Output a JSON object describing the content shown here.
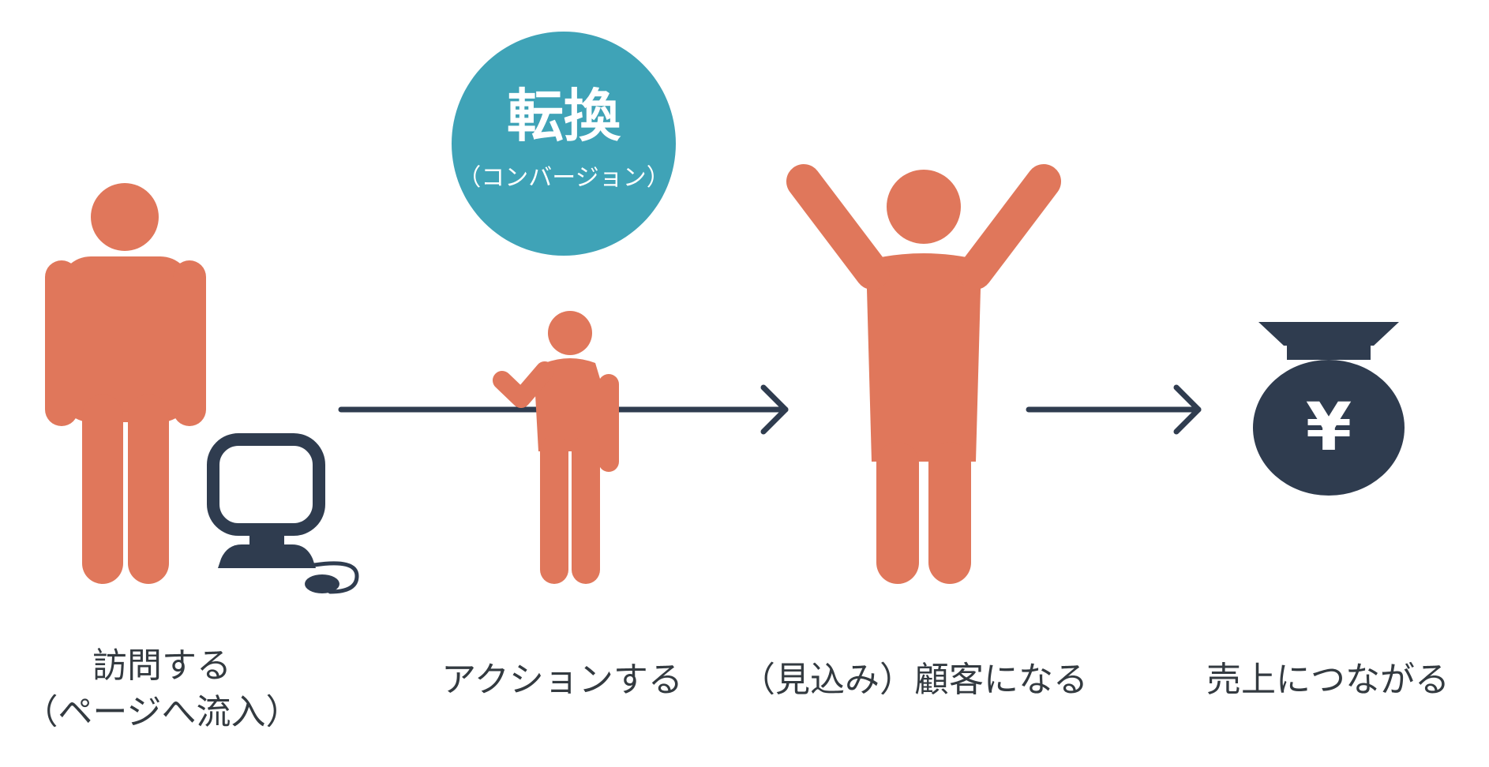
{
  "colors": {
    "figure": "#e0775b",
    "dark": "#2f3c4f",
    "badge": "#3fa3b7",
    "badge_text": "#ffffff",
    "label_text": "#333a40"
  },
  "badge": {
    "title": "転換",
    "subtitle": "（コンバージョン）"
  },
  "steps": [
    {
      "id": "visit",
      "line1": "訪問する",
      "line2": "（ページへ流入）",
      "icon": "person-with-computer-icon"
    },
    {
      "id": "action",
      "line1": "アクションする",
      "icon": "waving-person-icon"
    },
    {
      "id": "customer",
      "line1": "（見込み）顧客になる",
      "icon": "cheering-person-icon"
    },
    {
      "id": "sales",
      "line1": "売上につながる",
      "icon": "yen-money-bag-icon"
    }
  ],
  "money_bag": {
    "symbol": "¥"
  }
}
